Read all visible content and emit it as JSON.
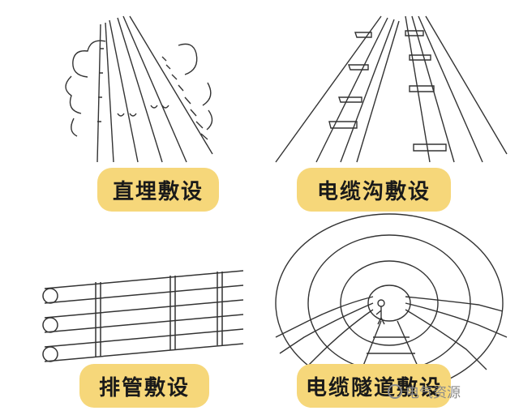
{
  "panels": [
    {
      "label": "直埋敷设",
      "icon": "buried-cable-icon"
    },
    {
      "label": "电缆沟敷设",
      "icon": "cable-trench-icon"
    },
    {
      "label": "排管敷设",
      "icon": "duct-bank-icon"
    },
    {
      "label": "电缆隧道敷设",
      "icon": "cable-tunnel-icon"
    }
  ],
  "watermark": {
    "text": "电气资源"
  }
}
